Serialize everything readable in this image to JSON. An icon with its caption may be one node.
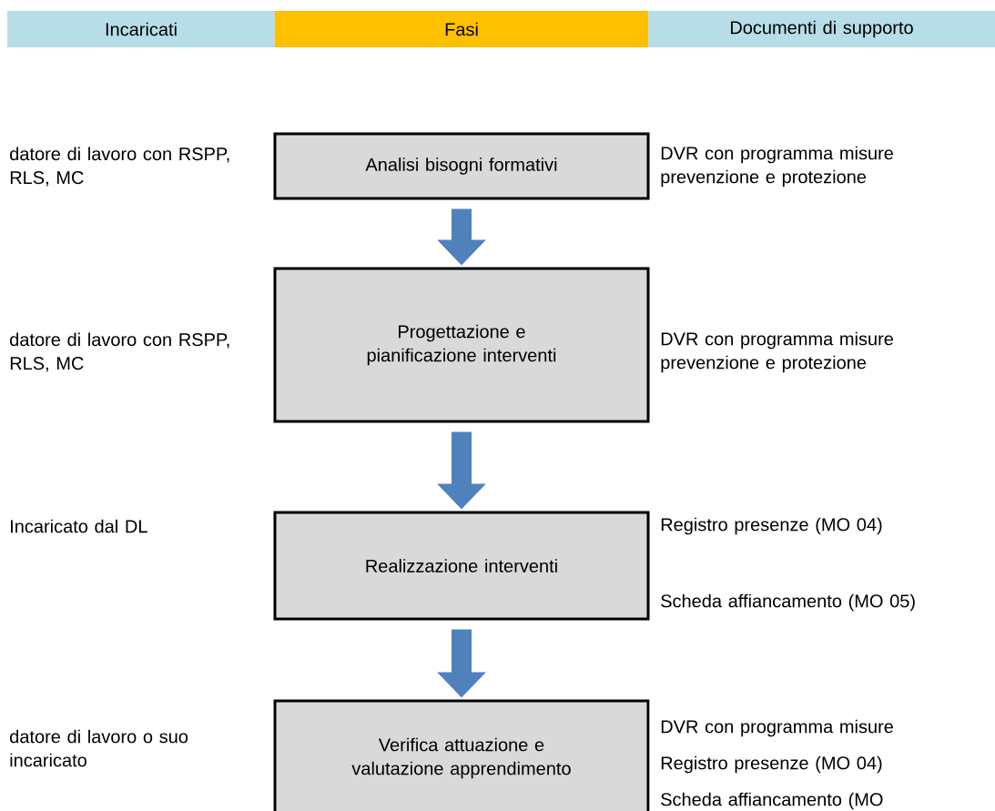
{
  "diagram": {
    "nodes": [
      {
        "text": [
          "Incaricati"
        ]
      },
      {
        "text": [
          "Fasi"
        ]
      },
      {
        "text": [
          "Documenti di supporto"
        ]
      },
      {
        "text": [
          "Analisi bisogni formativi"
        ]
      },
      {
        "text": [
          "Progettazione e pianificazione interventi"
        ]
      },
      {
        "text": [
          "Realizzazione interventi"
        ]
      },
      {
        "text": [
          "Verifica attuazione e valutazione apprendimento"
        ]
      }
    ],
    "edges": [
      {
        "from": 3,
        "to": 4,
        "arrow": "to"
      },
      {
        "from": 4,
        "to": 5,
        "arrow": "to"
      },
      {
        "from": 5,
        "to": 6,
        "arrow": "to"
      }
    ],
    "labels": [
      "datore di lavoro con RSPP, RLS, MC",
      "DVR con programma misure prevenzione e protezione",
      "datore di lavoro con RSPP, RLS, MC",
      "DVR con programma misure prevenzione e protezione",
      "Incaricato dal DL",
      "Registro presenze (MO 04)",
      "Scheda affiancamento (MO 05)",
      "datore di lavoro o suo incaricato",
      "DVR con programma misure",
      "Registro presenze (MO 04)",
      "Scheda affiancamento (MO"
    ]
  }
}
